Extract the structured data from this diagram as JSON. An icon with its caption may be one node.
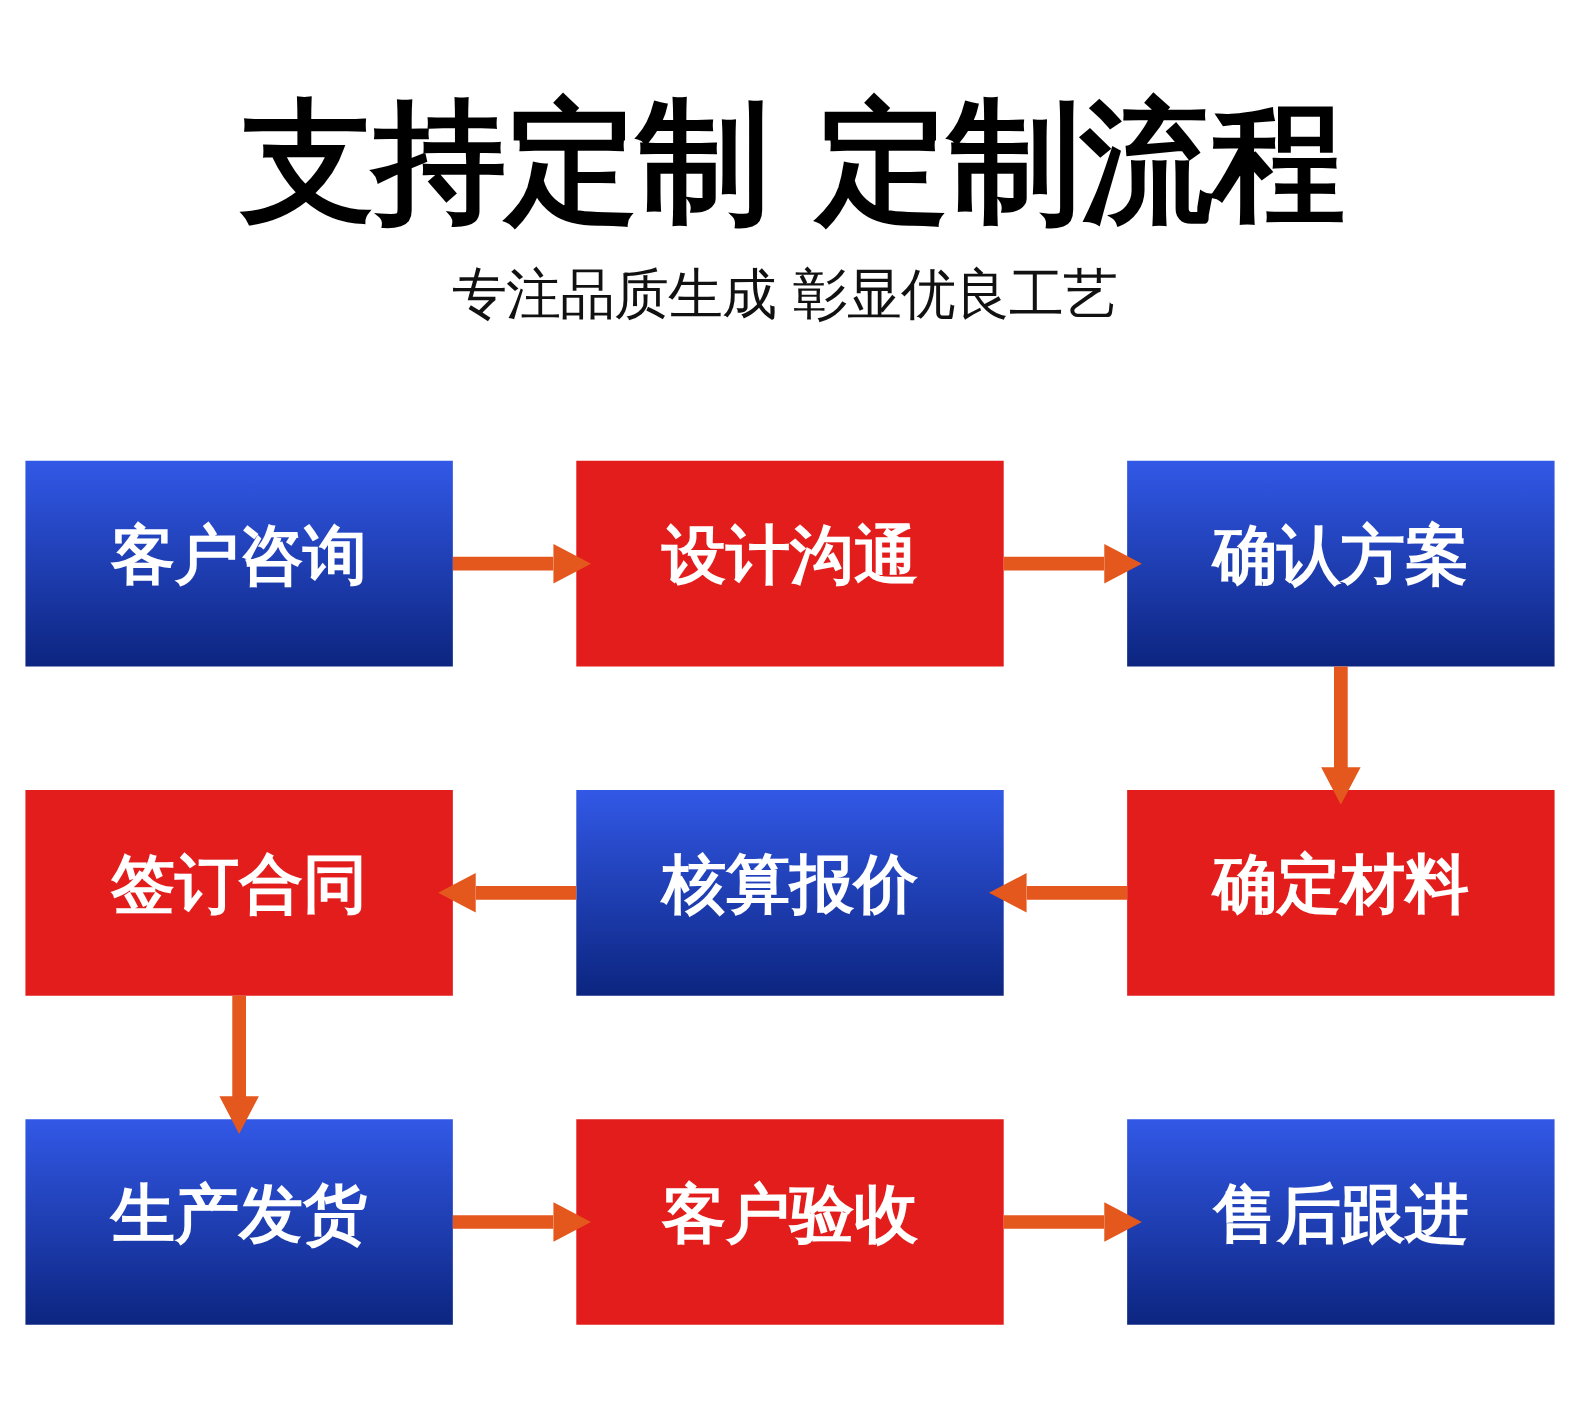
{
  "diagram": {
    "title": "支持定制 定制流程",
    "nodes": [
      {
        "text": [
          "客户咨询"
        ]
      },
      {
        "text": [
          "设计沟通"
        ]
      },
      {
        "text": [
          "确认方案"
        ]
      },
      {
        "text": [
          "签订合同"
        ]
      },
      {
        "text": [
          "核算报价"
        ]
      },
      {
        "text": [
          "确定材料"
        ]
      },
      {
        "text": [
          "生产发货"
        ]
      },
      {
        "text": [
          "客户验收"
        ]
      },
      {
        "text": [
          "售后跟进"
        ]
      }
    ],
    "edges": [
      {
        "from": 0,
        "to": 1,
        "arrow": "to"
      },
      {
        "from": 1,
        "to": 2,
        "arrow": "to"
      },
      {
        "from": 2,
        "to": 5,
        "arrow": "to"
      },
      {
        "from": 5,
        "to": 4,
        "arrow": "to"
      },
      {
        "from": 4,
        "to": 3,
        "arrow": "to"
      },
      {
        "from": 3,
        "to": 6,
        "arrow": "to"
      },
      {
        "from": 6,
        "to": 7,
        "arrow": "to"
      },
      {
        "from": 7,
        "to": 8,
        "arrow": "to"
      }
    ],
    "labels": [
      "专注品质生成 彰显优良工艺"
    ]
  }
}
